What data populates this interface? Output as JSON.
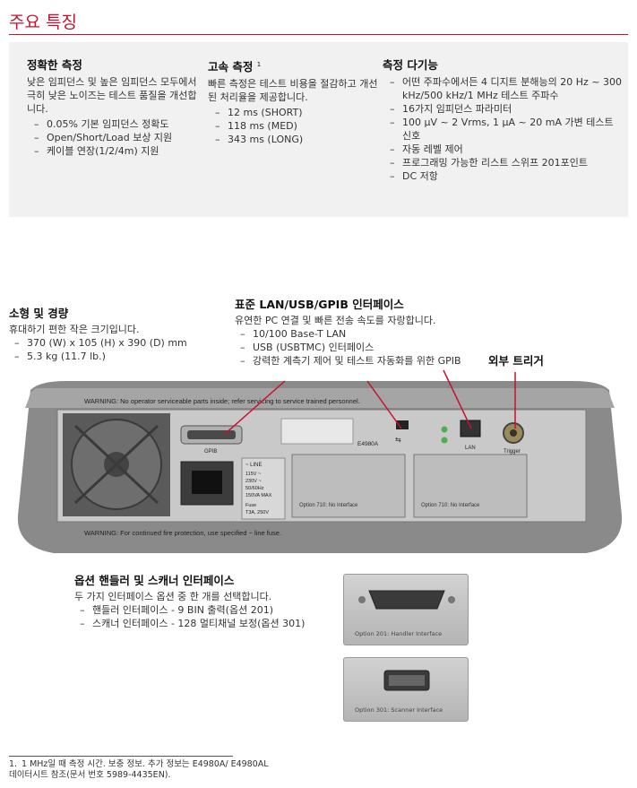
{
  "page_title": "주요 특징",
  "features": {
    "accuracy": {
      "title": "정확한 측정",
      "description": "낮은 임피던스 및 높은 임피던스 모두에서 극히 낮은 노이즈는 테스트 품질을 개선합니다.",
      "items": [
        "0.05% 기본 임피던스 정확도",
        "Open/Short/Load 보상 지원",
        "케이블 연장(1/2/4m) 지원"
      ]
    },
    "speed": {
      "title": "고속 측정",
      "footnote_ref": "1",
      "description": "빠른 측정은 테스트 비용을 절감하고 개선된 처리율을 제공합니다.",
      "items": [
        "12 ms (SHORT)",
        "118 ms (MED)",
        "343 ms (LONG)"
      ]
    },
    "versatility": {
      "title": "측정 다기능",
      "items": [
        "어떤 주파수에서든 4 디지트 분해능의 20 Hz ~ 300 kHz/500 kHz/1 MHz 테스트 주파수",
        "16가지 임피던스 파라미터",
        "100 µV ~ 2 Vrms, 1 µA ~ 20 mA 가변 테스트 신호",
        "자동 레벨 제어",
        "프로그래밍 가능한 리스트 스위프 201포인트",
        "DC 저항"
      ]
    }
  },
  "callouts": {
    "size": {
      "title": "소형 및 경량",
      "description": "휴대하기 편한 작은 크기입니다.",
      "items": [
        "370 (W) x 105 (H) x 390 (D) mm",
        "5.3 kg (11.7 lb.)"
      ]
    },
    "interfaces": {
      "title": "표준 LAN/USB/GPIB 인터페이스",
      "description": "유연한 PC 연결 및 빠른 전송 속도를 자랑합니다.",
      "items": [
        "10/100 Base-T LAN",
        "USB (USBTMC) 인터페이스",
        "강력한 계측기 제어 및 테스트 자동화를 위한 GPIB"
      ]
    },
    "trigger": {
      "title": "외부 트리거"
    },
    "handler": {
      "title": "옵션 핸들러 및 스캐너 인터페이스",
      "description": "두 가지 인터페이스 옵션 중 한 개를 선택합니다.",
      "items": [
        "핸들러 인터페이스 - 9 BIN 출력(옵션 201)",
        "스캐너 인터페이스 - 128 멀티채널 보정(옵션 301)"
      ]
    }
  },
  "instrument": {
    "warning_top": "WARNING: No operator serviceable parts inside; refer servicing to service trained personnel.",
    "warning_bottom": "WARNING: For continued fire protection, use specified ~ line fuse.",
    "model": "E4980A",
    "gpib_label": "GPIB",
    "lan_label": "LAN",
    "trigger_label": "Trigger",
    "line_label": "~ LINE",
    "line_spec": [
      "115V ~",
      "230V ~",
      "50/60Hz",
      "150VA MAX"
    ],
    "fuse_label": "Fuse",
    "fuse_spec": "T3A, 250V",
    "option_slot_1": "Option 710: No Interface",
    "option_slot_2": "Option 710: No Interface"
  },
  "option_cards": {
    "handler_label": "Option 201: Handler Interface",
    "scanner_label": "Option 301: Scanner Interface"
  },
  "footnote": {
    "number": "1.",
    "text": "1 MHz일 때 측정 시간. 보충 정보. 추가 정보는 E4980A/ E4980AL 데이터시트 참조(문서 번호 5989-4435EN)."
  },
  "colors": {
    "accent": "#c8102e",
    "feature_bg": "#f1f1f1",
    "callout_arrow": "#c8102e"
  }
}
